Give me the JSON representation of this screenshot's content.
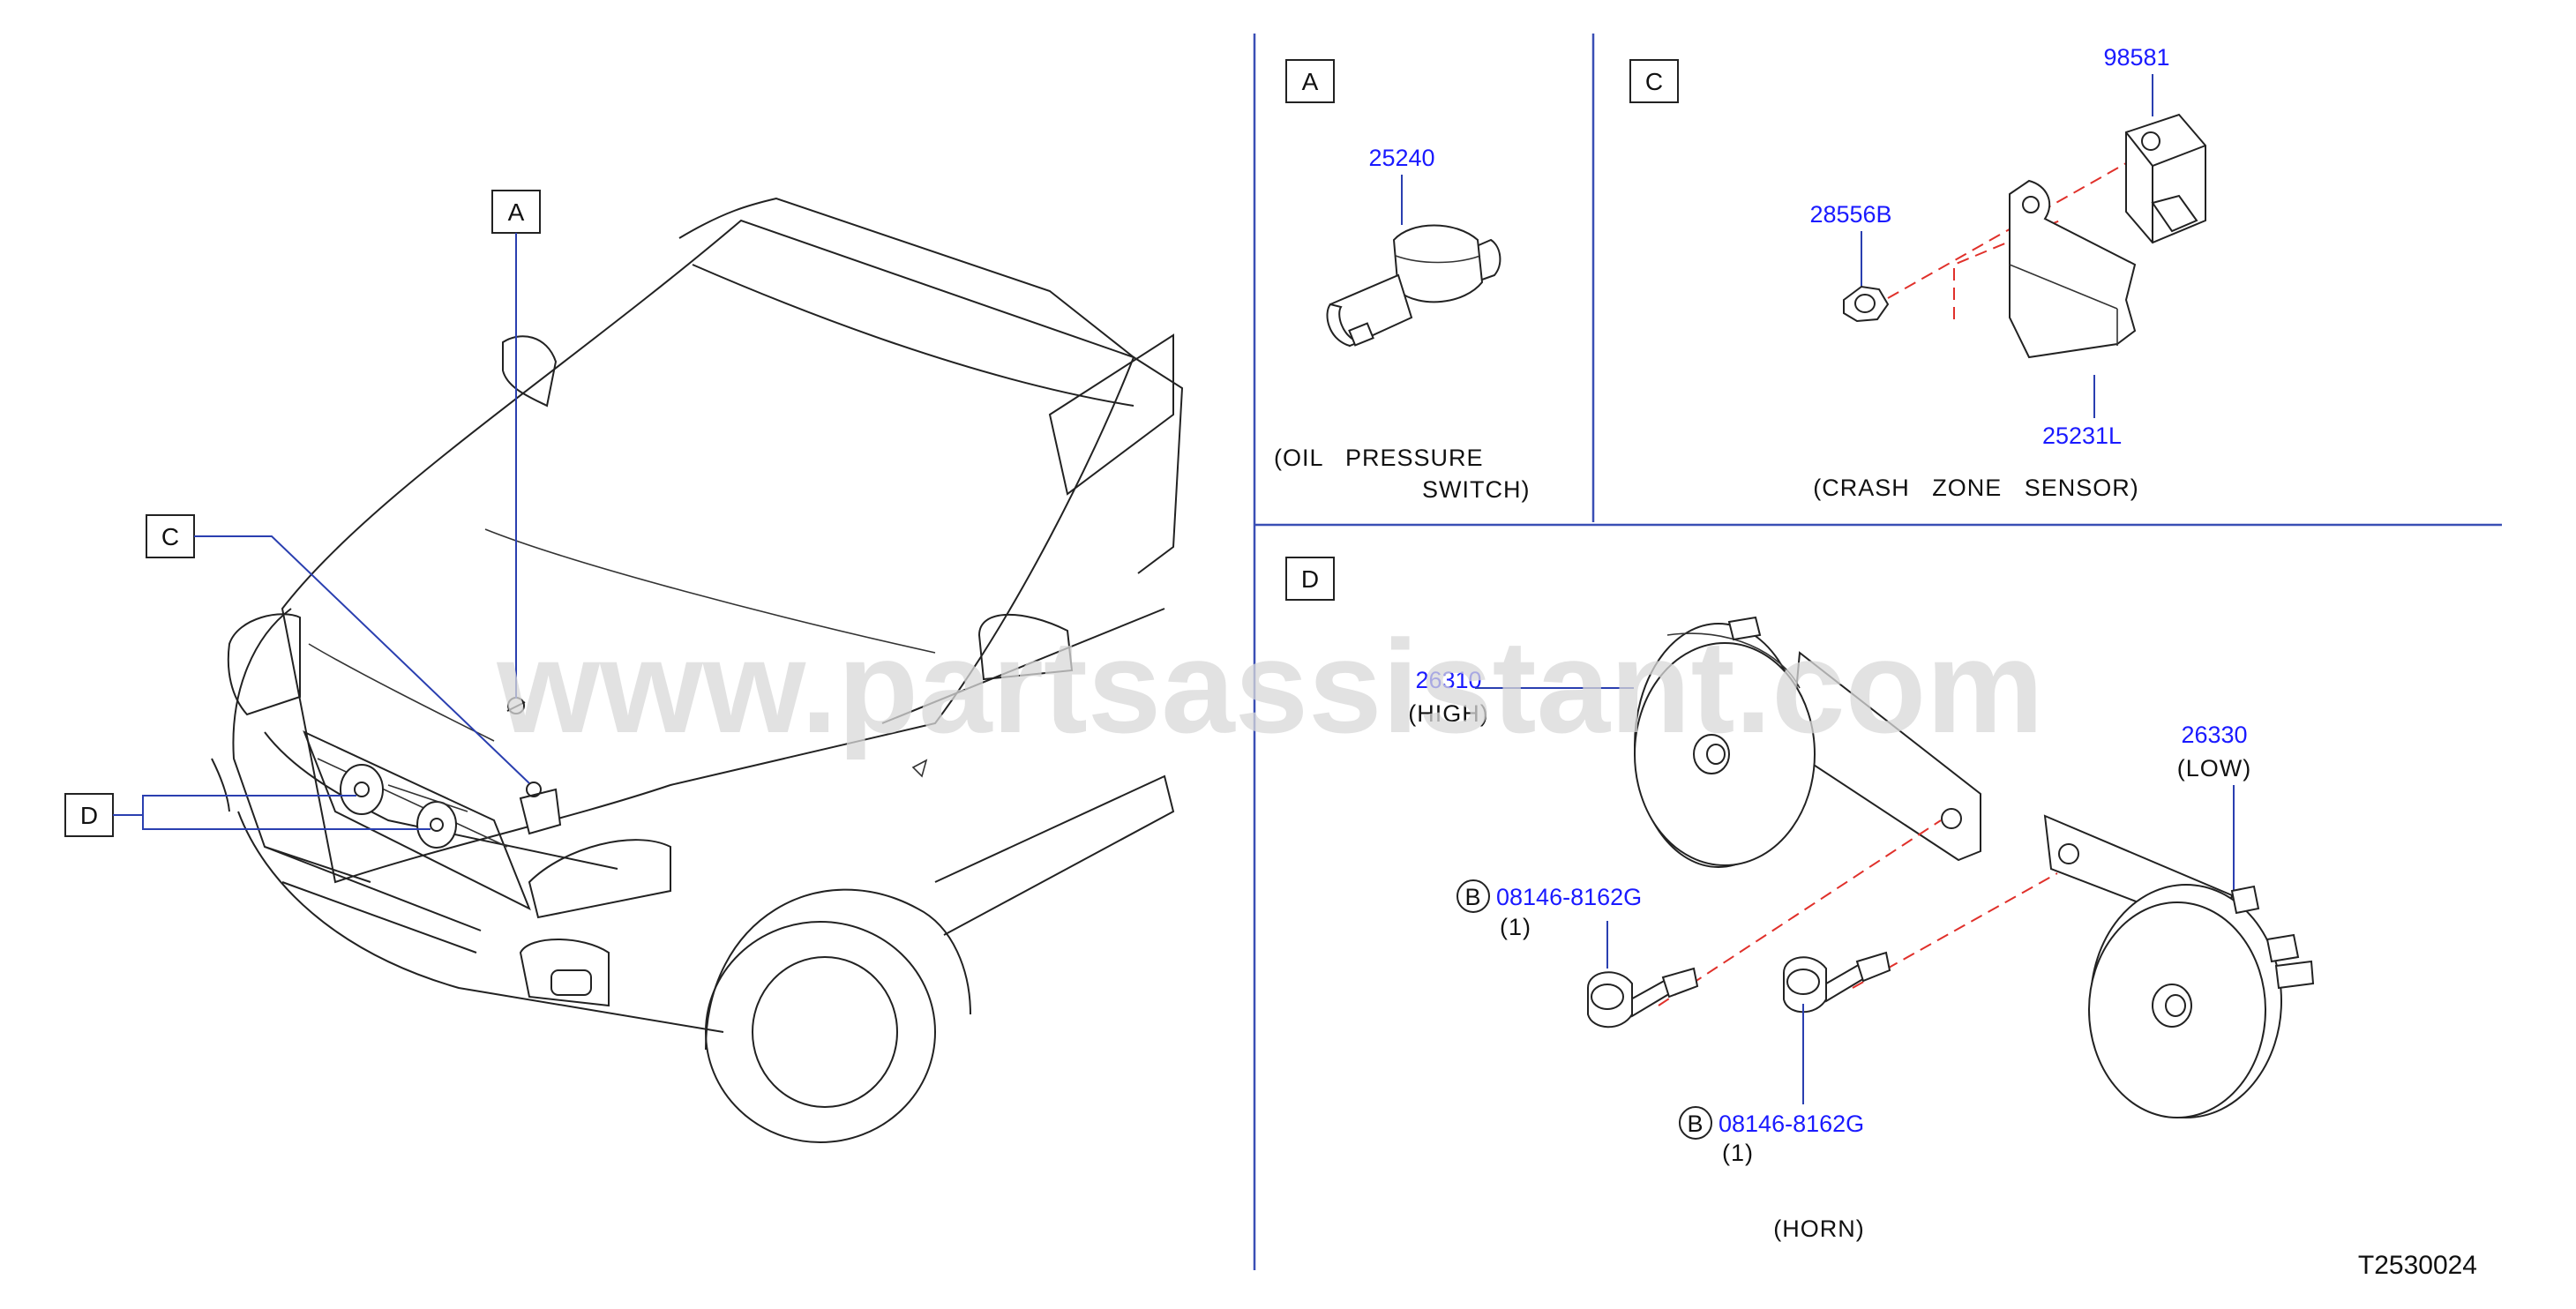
{
  "watermark": "www.partsassistant.com",
  "diagram_code": "T2530024",
  "callouts": {
    "overview_A": "A",
    "overview_C": "C",
    "overview_D": "D",
    "panel_A": "A",
    "panel_C": "C",
    "panel_D": "D",
    "bolt_ref_1": "B",
    "bolt_ref_2": "B"
  },
  "panel_A": {
    "part_number": "25240",
    "caption_line1": "(OIL   PRESSURE",
    "caption_line2": "SWITCH)"
  },
  "panel_C": {
    "part_bracket": "98581",
    "part_nut": "28556B",
    "part_sensor": "25231L",
    "caption": "(CRASH   ZONE   SENSOR)"
  },
  "panel_D": {
    "horn_high_number": "26310",
    "horn_high_label": "(HIGH)",
    "horn_low_number": "26330",
    "horn_low_label": "(LOW)",
    "bolt_1_number": "08146-8162G",
    "bolt_1_qty": "(1)",
    "bolt_2_number": "08146-8162G",
    "bolt_2_qty": "(1)",
    "caption": "(HORN)"
  }
}
